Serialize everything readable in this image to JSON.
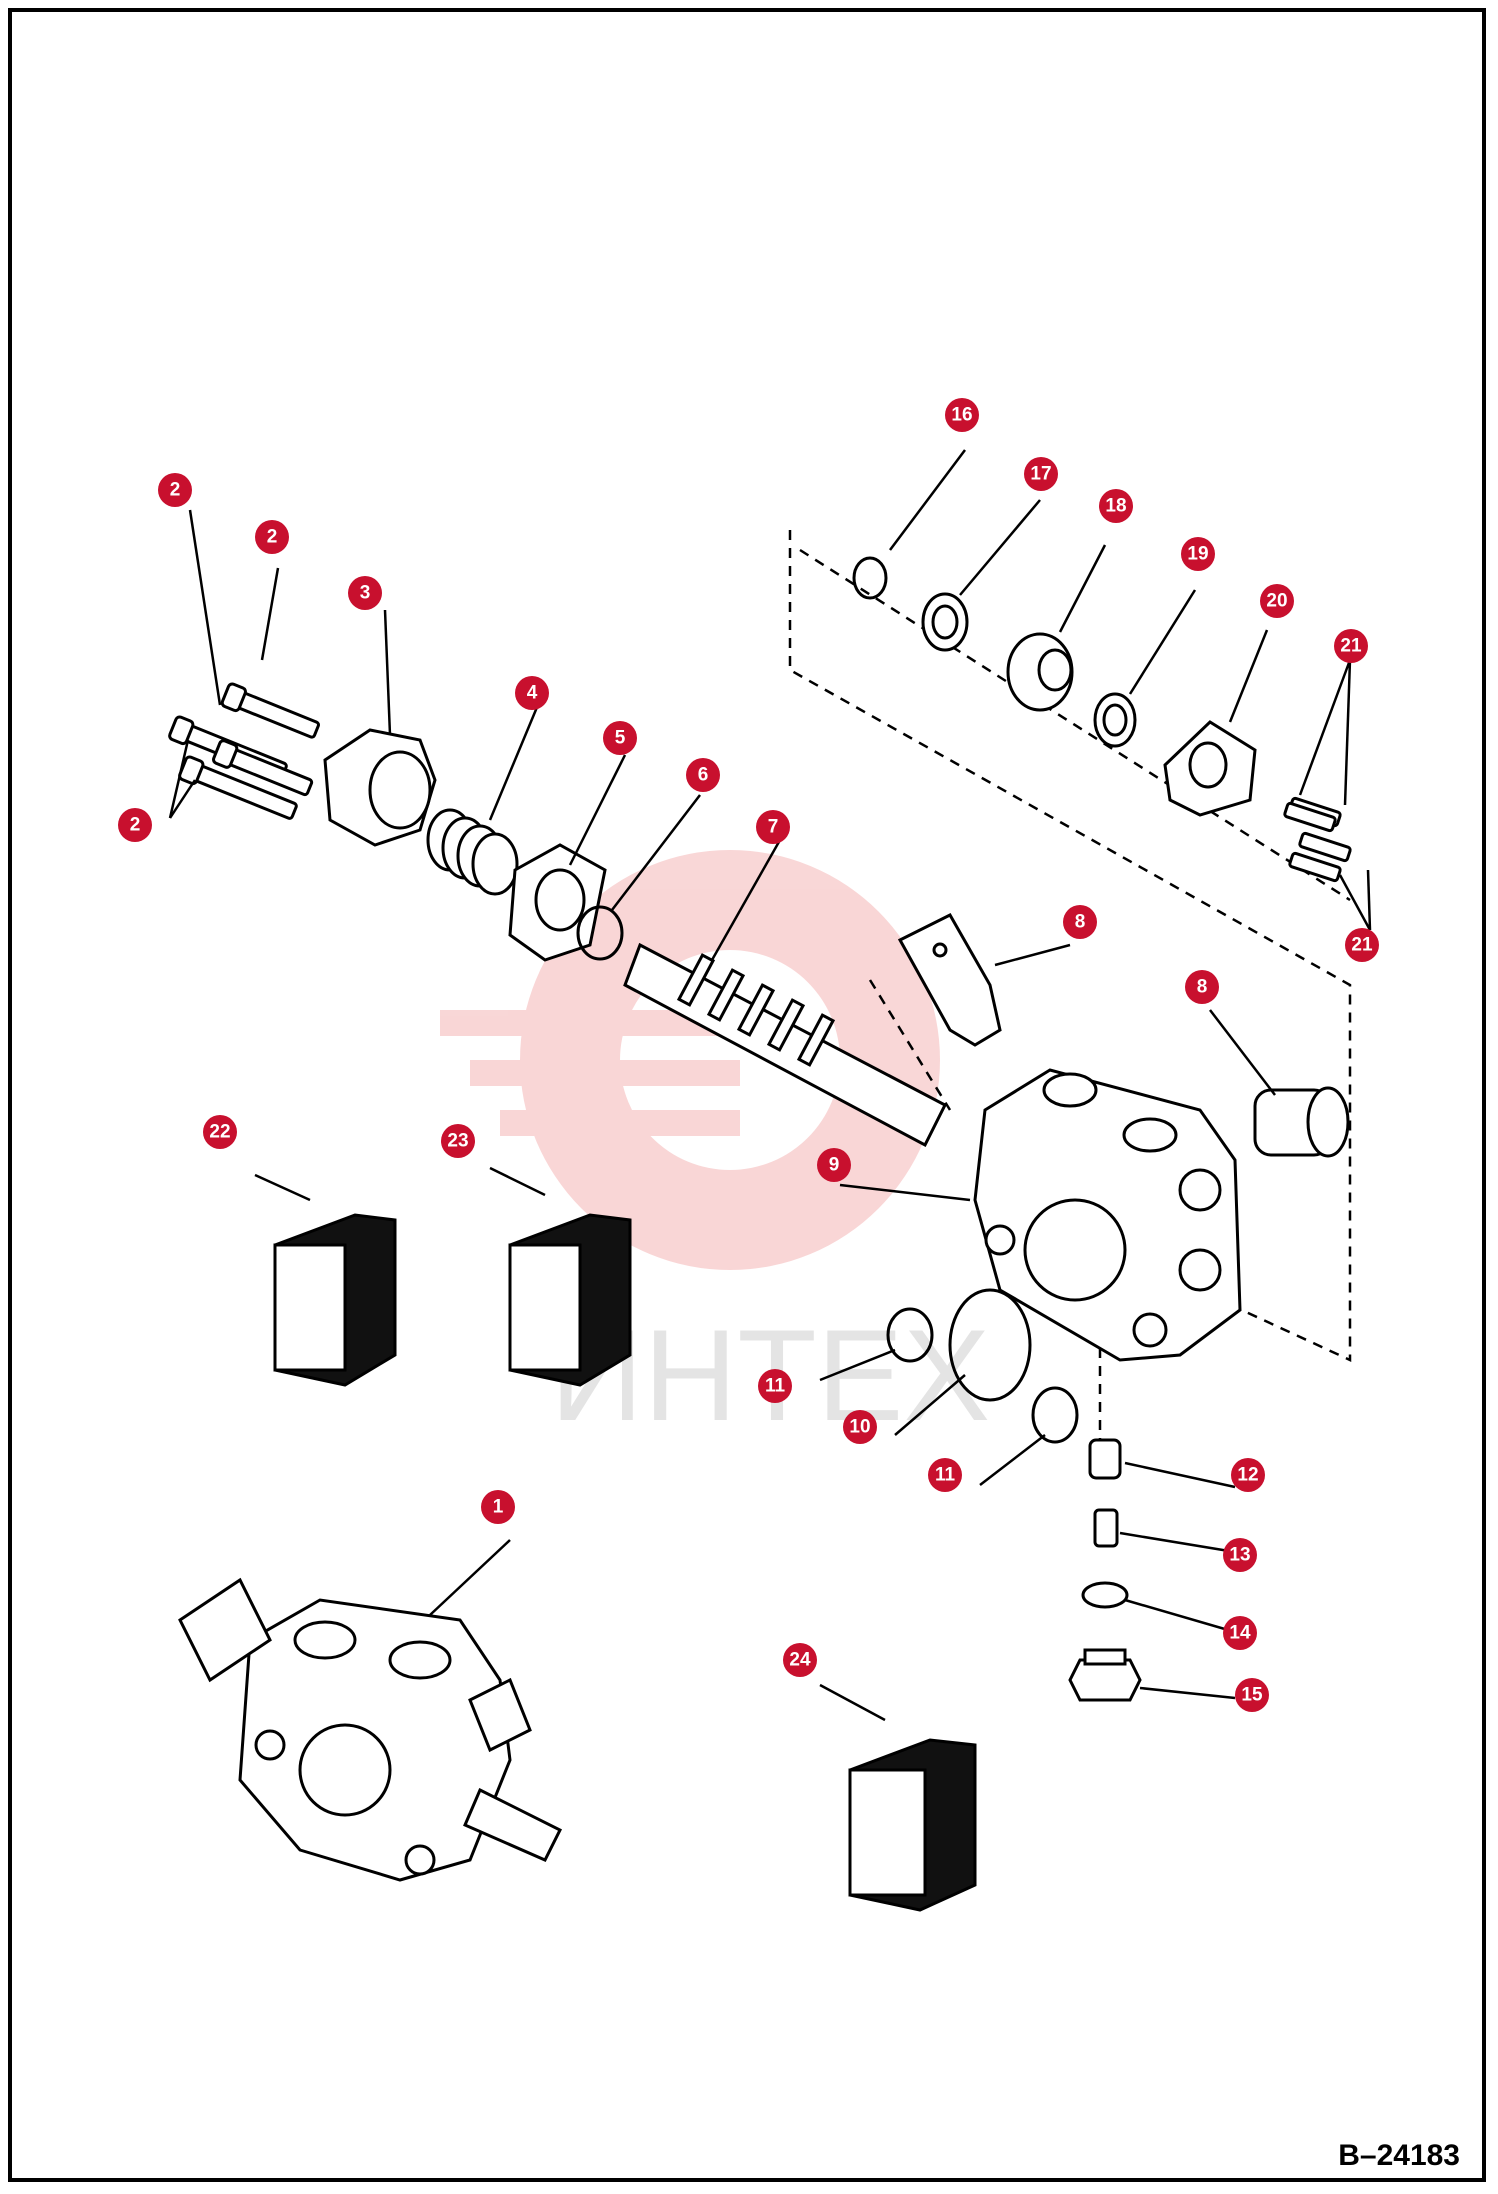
{
  "diagram_id": "B–24183",
  "watermark_text": "ИНТЕХ",
  "accent_color": "#c8102e",
  "callouts": [
    {
      "id": "c1",
      "n": "1"
    },
    {
      "id": "c2a",
      "n": "2"
    },
    {
      "id": "c2b",
      "n": "2"
    },
    {
      "id": "c2c",
      "n": "2"
    },
    {
      "id": "c3",
      "n": "3"
    },
    {
      "id": "c4",
      "n": "4"
    },
    {
      "id": "c5",
      "n": "5"
    },
    {
      "id": "c6",
      "n": "6"
    },
    {
      "id": "c7",
      "n": "7"
    },
    {
      "id": "c8a",
      "n": "8"
    },
    {
      "id": "c8b",
      "n": "8"
    },
    {
      "id": "c9",
      "n": "9"
    },
    {
      "id": "c10",
      "n": "10"
    },
    {
      "id": "c11a",
      "n": "11"
    },
    {
      "id": "c11b",
      "n": "11"
    },
    {
      "id": "c12",
      "n": "12"
    },
    {
      "id": "c13",
      "n": "13"
    },
    {
      "id": "c14",
      "n": "14"
    },
    {
      "id": "c15",
      "n": "15"
    },
    {
      "id": "c16",
      "n": "16"
    },
    {
      "id": "c17",
      "n": "17"
    },
    {
      "id": "c18",
      "n": "18"
    },
    {
      "id": "c19",
      "n": "19"
    },
    {
      "id": "c20",
      "n": "20"
    },
    {
      "id": "c21a",
      "n": "21"
    },
    {
      "id": "c21b",
      "n": "21"
    },
    {
      "id": "c22",
      "n": "22"
    },
    {
      "id": "c23",
      "n": "23"
    },
    {
      "id": "c24",
      "n": "24"
    }
  ]
}
